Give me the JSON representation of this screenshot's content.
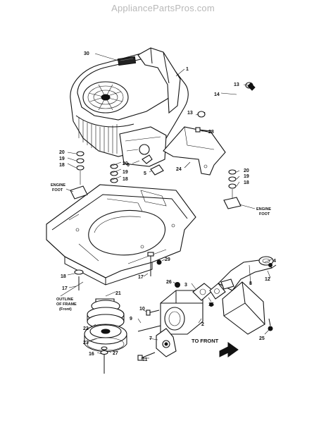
{
  "watermark": "AppliancePartsPros.com",
  "callouts": {
    "c1": "1",
    "c2": "2",
    "c3": "3",
    "c4": "4",
    "c5": "5",
    "c6": "6",
    "c7": "7",
    "c8": "8",
    "c9": "9",
    "c10": "10",
    "c11": "11",
    "c12": "12",
    "c13a": "13",
    "c13b": "13",
    "c14": "14",
    "c15": "15",
    "c16": "16",
    "c17a": "17",
    "c17b": "17",
    "c18a": "18",
    "c18b": "18",
    "c18c": "18",
    "c18d": "18",
    "c19a": "19",
    "c19b": "19",
    "c19c": "19",
    "c20a": "20",
    "c20b": "20",
    "c20c": "20",
    "c21": "21",
    "c22": "22",
    "c23": "23",
    "c24": "24",
    "c25": "25",
    "c26": "26",
    "c27": "27",
    "c28": "28",
    "c29": "29",
    "c30": "30"
  },
  "notes": {
    "engine_foot_left_1": "ENGINE",
    "engine_foot_left_2": "FOOT",
    "engine_foot_right_1": "ENGINE",
    "engine_foot_right_2": "FOOT",
    "outline_1": "OUTLINE",
    "outline_2": "OF FRAME",
    "outline_3": "(Front)",
    "to_front": "TO FRONT"
  }
}
